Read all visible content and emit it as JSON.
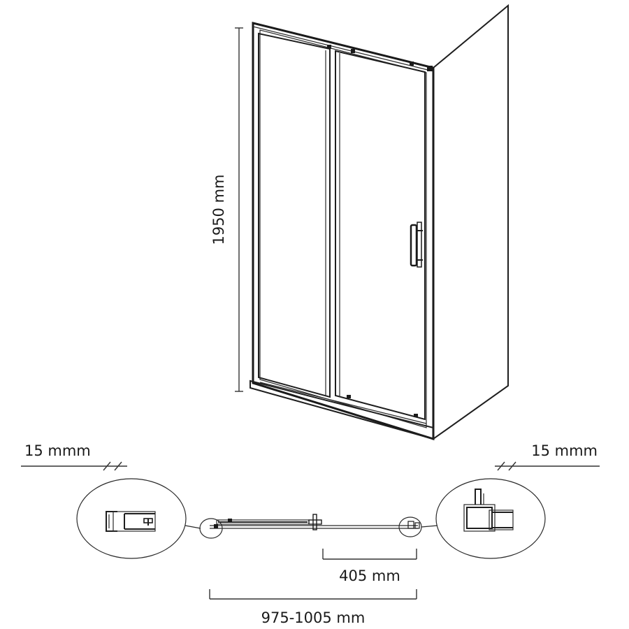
{
  "dimensions": {
    "height": "1950 mm",
    "left_offset": "15 mmm",
    "right_offset": "15 mmm",
    "door_opening": "405 mm",
    "width_range": "975-1005 mm"
  }
}
